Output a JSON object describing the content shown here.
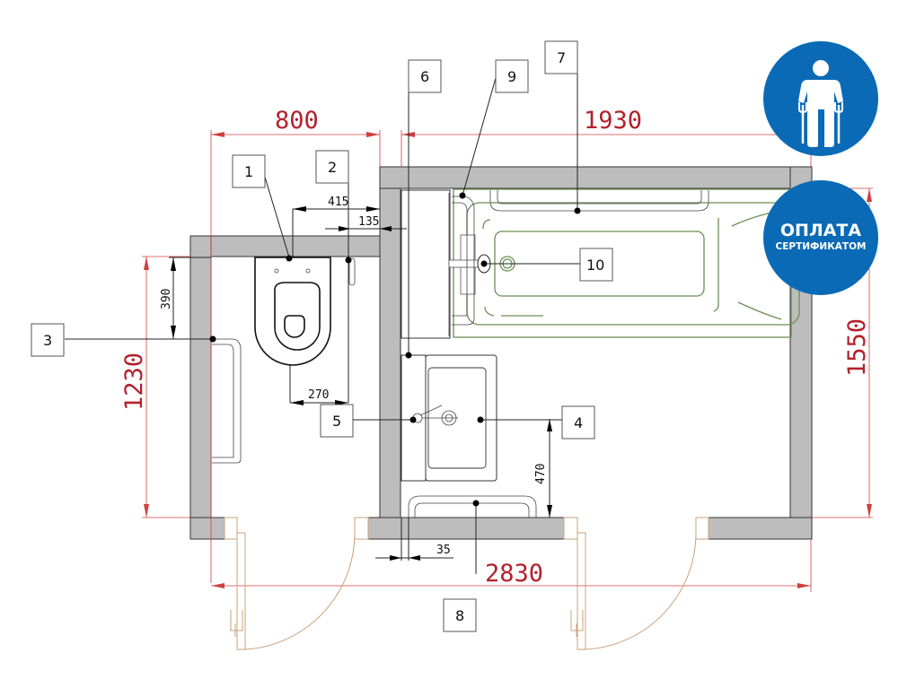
{
  "drawing": {
    "title": "Accessible bathroom floor plan",
    "units": "mm",
    "colors": {
      "wall": "#bdbdbd",
      "dimension_red": "#b3212b",
      "bathtub_green": "#6b8f55",
      "door_tan": "#c9a27a",
      "badge_blue": "#0a6ab6"
    }
  },
  "dimensions": {
    "overall_width_left": "800",
    "overall_width_right": "1930",
    "overall_width_total": "2830",
    "height_left": "1230",
    "height_right": "1550",
    "toilet_offset": "415",
    "wall_offset": "135",
    "rail_height": "390",
    "toilet_to_rail": "270",
    "sink_to_rail": "470",
    "sink_gap": "35"
  },
  "callouts": [
    {
      "id": "1",
      "label": "1",
      "target": "toilet"
    },
    {
      "id": "2",
      "label": "2",
      "target": "hygienic shower"
    },
    {
      "id": "3",
      "label": "3",
      "target": "wall grab bar"
    },
    {
      "id": "4",
      "label": "4",
      "target": "washbasin"
    },
    {
      "id": "5",
      "label": "5",
      "target": "faucet"
    },
    {
      "id": "6",
      "label": "6",
      "target": "cabinet"
    },
    {
      "id": "7",
      "label": "7",
      "target": "bath grab bar"
    },
    {
      "id": "8",
      "label": "8",
      "target": "sink grab bar"
    },
    {
      "id": "9",
      "label": "9",
      "target": "bath handle"
    },
    {
      "id": "10",
      "label": "10",
      "target": "bath mixer"
    }
  ],
  "badges": {
    "accessibility_icon": "person-with-crutches-icon",
    "payment_line1": "ОПЛАТА",
    "payment_line2": "СЕРТИФИКАТОМ"
  }
}
